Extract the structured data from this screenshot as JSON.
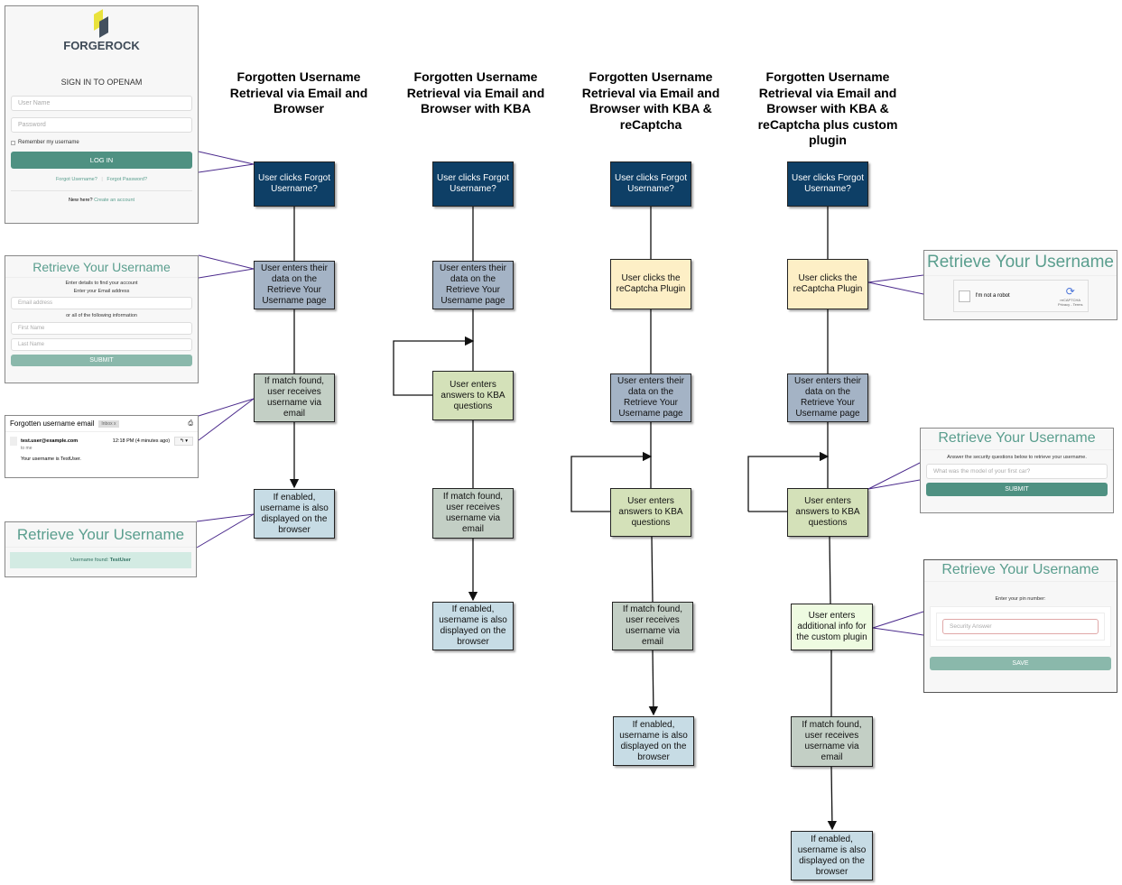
{
  "columns": [
    {
      "title": "Forgotten Username Retrieval via Email and Browser"
    },
    {
      "title": "Forgotten Username Retrieval via Email and  Browser with KBA"
    },
    {
      "title": "Forgotten Username Retrieval via Email and  Browser with KBA & reCaptcha"
    },
    {
      "title": "Forgotten Username Retrieval via Email and  Browser with KBA & reCaptcha plus custom plugin"
    }
  ],
  "colors": {
    "navy": "#0e3f66",
    "slate": "#a4b3c5",
    "sage": "#c3cfc5",
    "kba": "#d4e1b9",
    "captcha": "#fdefc6",
    "browser": "#c7dce5",
    "custom": "#eefbe1",
    "connector": "#4b2a8c"
  },
  "steps": {
    "forgot": "User clicks Forgot Username?",
    "enter_data": "User enters their data on the Retrieve Your Username page",
    "kba": "User enters answers to KBA questions",
    "captcha": "User clicks the reCaptcha Plugin",
    "email": "If match found, user receives username via email",
    "browser": "If enabled, username is also displayed on the browser",
    "custom": "User enters additional info for the custom plugin"
  },
  "login": {
    "brand": "FORGEROCK",
    "heading": "SIGN IN TO OPENAM",
    "username_placeholder": "User Name",
    "password_placeholder": "Password",
    "remember": "Remember my username",
    "login_button": "LOG IN",
    "forgot_username": "Forgot Username?",
    "separator": "|",
    "forgot_password": "Forgot Password?",
    "new_here": "New here?",
    "create_account": "Create an account"
  },
  "retrieve": {
    "title": "Retrieve Your Username",
    "details": "Enter details to find your account",
    "email_label": "Enter your Email address",
    "email_placeholder": "Email address",
    "or_label": "or all of the following information",
    "first_placeholder": "First Name",
    "last_placeholder": "Last Name",
    "submit": "SUBMIT"
  },
  "email_msg": {
    "subject": "Forgotten username email",
    "label": "Inbox",
    "label_x": "x",
    "from": "test.user@example.com",
    "time": "12:18 PM (4 minutes ago)",
    "to": "to me",
    "body": "Your username is TestUser."
  },
  "found": {
    "title": "Retrieve Your Username",
    "prefix": "Username found:",
    "user": "TestUser"
  },
  "captcha_shot": {
    "title": "Retrieve Your Username",
    "robot": "I'm not a robot",
    "brand": "reCAPTCHA",
    "links": "Privacy - Terms"
  },
  "kba_shot": {
    "title": "Retrieve Your Username",
    "instructions": "Answer the security questions below to retrieve your username.",
    "question_placeholder": "What was the model of your first car?",
    "submit": "SUBMIT"
  },
  "pin_shot": {
    "title": "Retrieve Your Username",
    "label": "Enter your pin number:",
    "placeholder": "Security Answer",
    "save": "SAVE"
  }
}
